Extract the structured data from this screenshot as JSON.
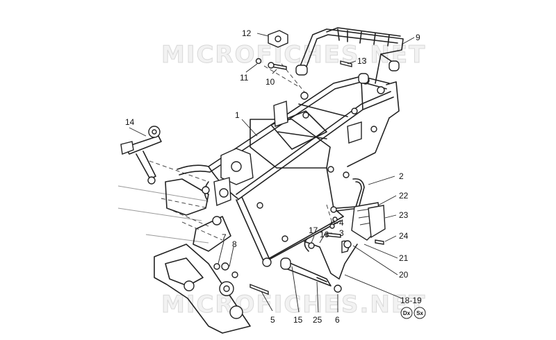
{
  "watermark": {
    "top": "MICROFICHES.NET",
    "bottom": "MICROFICHES.NET"
  },
  "callouts": [
    {
      "id": "1",
      "label": "1"
    },
    {
      "id": "2",
      "label": "2"
    },
    {
      "id": "3",
      "label": "3"
    },
    {
      "id": "4",
      "label": "4"
    },
    {
      "id": "5",
      "label": "5"
    },
    {
      "id": "6",
      "label": "6"
    },
    {
      "id": "7",
      "label": "7"
    },
    {
      "id": "8",
      "label": "8"
    },
    {
      "id": "9",
      "label": "9"
    },
    {
      "id": "10",
      "label": "10"
    },
    {
      "id": "11",
      "label": "11"
    },
    {
      "id": "12",
      "label": "12"
    },
    {
      "id": "13",
      "label": "13"
    },
    {
      "id": "14",
      "label": "14"
    },
    {
      "id": "15",
      "label": "15"
    },
    {
      "id": "16",
      "label": "16"
    },
    {
      "id": "17",
      "label": "17"
    },
    {
      "id": "18-19",
      "label": "18-19"
    },
    {
      "id": "20",
      "label": "20"
    },
    {
      "id": "21",
      "label": "21"
    },
    {
      "id": "22",
      "label": "22"
    },
    {
      "id": "23",
      "label": "23"
    },
    {
      "id": "24",
      "label": "24"
    },
    {
      "id": "25",
      "label": "25"
    }
  ],
  "side_badges": {
    "right": "Dx",
    "left": "Sx"
  }
}
